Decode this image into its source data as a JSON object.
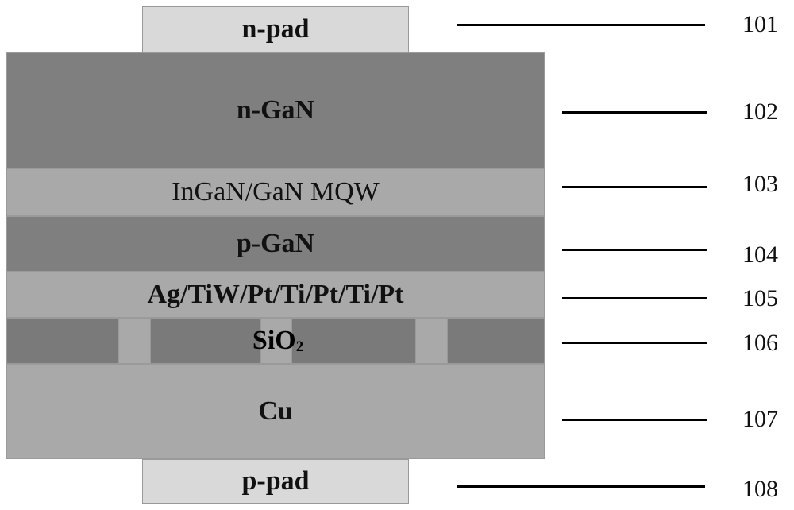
{
  "layers": {
    "n_pad": {
      "label": "n-pad",
      "color": "#d9d9d9"
    },
    "n_gan": {
      "label": "n-GaN",
      "color": "#7f7f7f"
    },
    "mqw": {
      "label": "InGaN/GaN MQW",
      "color": "#a9a9a9"
    },
    "p_gan": {
      "label": "p-GaN",
      "color": "#7f7f7f"
    },
    "metal": {
      "label": "Ag/TiW/Pt/Ti/Pt/Ti/Pt",
      "color": "#a9a9a9"
    },
    "sio2": {
      "label_main": "SiO",
      "label_sub": "2",
      "color": "#7a7a7a"
    },
    "cu": {
      "label": "Cu",
      "color": "#a9a9a9"
    },
    "p_pad": {
      "label": "p-pad",
      "color": "#d9d9d9"
    }
  },
  "callouts": [
    "101",
    "102",
    "103",
    "104",
    "105",
    "106",
    "107",
    "108"
  ]
}
